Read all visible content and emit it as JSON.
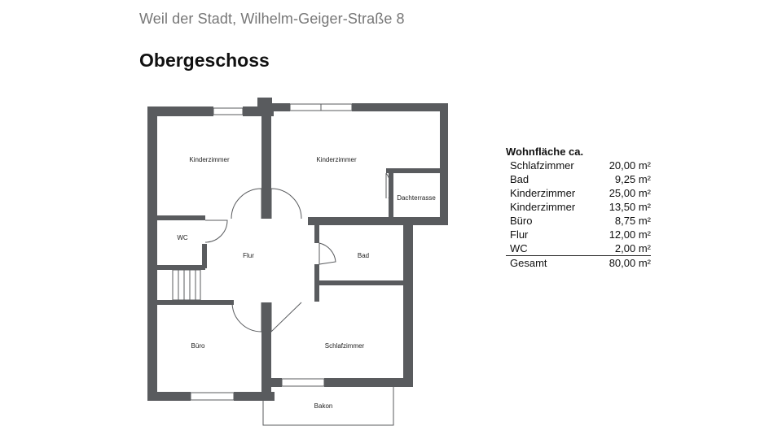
{
  "header": {
    "address": "Weil der Stadt, Wilhelm-Geiger-Straße 8",
    "floor_title": "Obergeschoss"
  },
  "floorplan": {
    "rooms": {
      "kinderzimmer_1": "Kinderzimmer",
      "kinderzimmer_2": "Kinderzimmer",
      "dachterrasse": "Dachterrasse",
      "wc": "WC",
      "flur": "Flur",
      "bad": "Bad",
      "buero": "Büro",
      "schlafzimmer": "Schlafzimmer",
      "balkon": "Bakon"
    },
    "wall_color": "#595b5e"
  },
  "area_table": {
    "heading": "Wohnfläche ca.",
    "rows": [
      {
        "room": "Schlafzimmer",
        "area": "20,00 m²"
      },
      {
        "room": "Bad",
        "area": "9,25 m²"
      },
      {
        "room": "Kinderzimmer",
        "area": "25,00 m²"
      },
      {
        "room": "Kinderzimmer",
        "area": "13,50 m²"
      },
      {
        "room": "Büro",
        "area": "8,75 m²"
      },
      {
        "room": "Flur",
        "area": "12,00 m²"
      },
      {
        "room": "WC",
        "area": "2,00 m²"
      }
    ],
    "total": {
      "room": "Gesamt",
      "area": "80,00 m²"
    }
  }
}
